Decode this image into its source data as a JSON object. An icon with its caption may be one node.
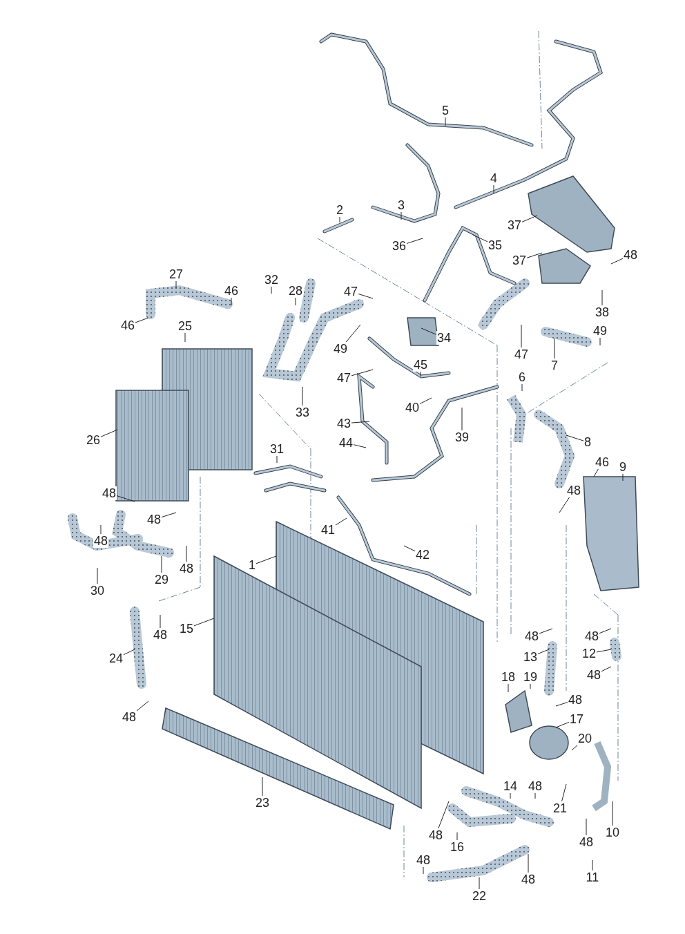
{
  "diagram": {
    "nodes": [
      {
        "text": [
          "5"
        ]
      },
      {
        "text": [
          "4"
        ]
      },
      {
        "text": [
          "3"
        ]
      },
      {
        "text": [
          "2"
        ]
      },
      {
        "text": [
          "37"
        ]
      },
      {
        "text": [
          "48"
        ]
      },
      {
        "text": [
          "36"
        ]
      },
      {
        "text": [
          "35"
        ]
      },
      {
        "text": [
          "37"
        ]
      },
      {
        "text": [
          "27"
        ]
      },
      {
        "text": [
          "46"
        ]
      },
      {
        "text": [
          "32"
        ]
      },
      {
        "text": [
          "28"
        ]
      },
      {
        "text": [
          "47"
        ]
      },
      {
        "text": [
          "38"
        ]
      },
      {
        "text": [
          "46"
        ]
      },
      {
        "text": [
          "25"
        ]
      },
      {
        "text": [
          "34"
        ]
      },
      {
        "text": [
          "49"
        ]
      },
      {
        "text": [
          "47"
        ]
      },
      {
        "text": [
          "49"
        ]
      },
      {
        "text": [
          "7"
        ]
      },
      {
        "text": [
          "45"
        ]
      },
      {
        "text": [
          "47"
        ]
      },
      {
        "text": [
          "6"
        ]
      },
      {
        "text": [
          "26"
        ]
      },
      {
        "text": [
          "33"
        ]
      },
      {
        "text": [
          "40"
        ]
      },
      {
        "text": [
          "39"
        ]
      },
      {
        "text": [
          "43"
        ]
      },
      {
        "text": [
          "8"
        ]
      },
      {
        "text": [
          "44"
        ]
      },
      {
        "text": [
          "31"
        ]
      },
      {
        "text": [
          "46"
        ]
      },
      {
        "text": [
          "9"
        ]
      },
      {
        "text": [
          "48"
        ]
      },
      {
        "text": [
          "48"
        ]
      },
      {
        "text": [
          "48"
        ]
      },
      {
        "text": [
          "41"
        ]
      },
      {
        "text": [
          "48"
        ]
      },
      {
        "text": [
          "42"
        ]
      },
      {
        "text": [
          "29"
        ]
      },
      {
        "text": [
          "48"
        ]
      },
      {
        "text": [
          "1"
        ]
      },
      {
        "text": [
          "30"
        ]
      },
      {
        "text": [
          "48"
        ]
      },
      {
        "text": [
          "48"
        ]
      },
      {
        "text": [
          "15"
        ]
      },
      {
        "text": [
          "48"
        ]
      },
      {
        "text": [
          "13"
        ]
      },
      {
        "text": [
          "12"
        ]
      },
      {
        "text": [
          "24"
        ]
      },
      {
        "text": [
          "48"
        ]
      },
      {
        "text": [
          "18"
        ]
      },
      {
        "text": [
          "19"
        ]
      },
      {
        "text": [
          "48"
        ]
      },
      {
        "text": [
          "48"
        ]
      },
      {
        "text": [
          "17"
        ]
      },
      {
        "text": [
          "20"
        ]
      },
      {
        "text": [
          "23"
        ]
      },
      {
        "text": [
          "14"
        ]
      },
      {
        "text": [
          "48"
        ]
      },
      {
        "text": [
          "21"
        ]
      },
      {
        "text": [
          "10"
        ]
      },
      {
        "text": [
          "48"
        ]
      },
      {
        "text": [
          "16"
        ]
      },
      {
        "text": [
          "48"
        ]
      },
      {
        "text": [
          "48"
        ]
      },
      {
        "text": [
          "11"
        ]
      },
      {
        "text": [
          "48"
        ]
      },
      {
        "text": [
          "22"
        ]
      }
    ],
    "edges": [
      {
        "from": 0,
        "to": null,
        "arrow": "none"
      },
      {
        "from": 1,
        "to": null,
        "arrow": "none"
      },
      {
        "from": 2,
        "to": null,
        "arrow": "none"
      },
      {
        "from": 3,
        "to": null,
        "arrow": "none"
      },
      {
        "from": 4,
        "to": null,
        "arrow": "none"
      },
      {
        "from": 5,
        "to": null,
        "arrow": "none"
      },
      {
        "from": 6,
        "to": null,
        "arrow": "none"
      },
      {
        "from": 7,
        "to": null,
        "arrow": "none"
      },
      {
        "from": 8,
        "to": null,
        "arrow": "none"
      },
      {
        "from": 9,
        "to": null,
        "arrow": "none"
      },
      {
        "from": 10,
        "to": null,
        "arrow": "none"
      },
      {
        "from": 11,
        "to": null,
        "arrow": "none"
      },
      {
        "from": 12,
        "to": null,
        "arrow": "none"
      },
      {
        "from": 13,
        "to": null,
        "arrow": "none"
      },
      {
        "from": 14,
        "to": null,
        "arrow": "none"
      },
      {
        "from": 15,
        "to": null,
        "arrow": "none"
      },
      {
        "from": 16,
        "to": null,
        "arrow": "none"
      },
      {
        "from": 17,
        "to": null,
        "arrow": "none"
      },
      {
        "from": 18,
        "to": null,
        "arrow": "none"
      },
      {
        "from": 19,
        "to": null,
        "arrow": "none"
      },
      {
        "from": 20,
        "to": null,
        "arrow": "none"
      },
      {
        "from": 21,
        "to": null,
        "arrow": "none"
      },
      {
        "from": 22,
        "to": null,
        "arrow": "none"
      },
      {
        "from": 23,
        "to": null,
        "arrow": "none"
      },
      {
        "from": 24,
        "to": null,
        "arrow": "none"
      },
      {
        "from": 25,
        "to": null,
        "arrow": "none"
      },
      {
        "from": 26,
        "to": null,
        "arrow": "none"
      },
      {
        "from": 27,
        "to": null,
        "arrow": "none"
      },
      {
        "from": 28,
        "to": null,
        "arrow": "none"
      },
      {
        "from": 29,
        "to": null,
        "arrow": "none"
      },
      {
        "from": 30,
        "to": null,
        "arrow": "none"
      },
      {
        "from": 31,
        "to": null,
        "arrow": "none"
      },
      {
        "from": 32,
        "to": null,
        "arrow": "none"
      },
      {
        "from": 33,
        "to": null,
        "arrow": "none"
      },
      {
        "from": 34,
        "to": null,
        "arrow": "none"
      },
      {
        "from": 35,
        "to": null,
        "arrow": "none"
      },
      {
        "from": 36,
        "to": null,
        "arrow": "none"
      },
      {
        "from": 37,
        "to": null,
        "arrow": "none"
      },
      {
        "from": 38,
        "to": null,
        "arrow": "none"
      },
      {
        "from": 39,
        "to": null,
        "arrow": "none"
      },
      {
        "from": 40,
        "to": null,
        "arrow": "none"
      },
      {
        "from": 41,
        "to": null,
        "arrow": "none"
      },
      {
        "from": 42,
        "to": null,
        "arrow": "none"
      },
      {
        "from": 43,
        "to": null,
        "arrow": "none"
      },
      {
        "from": 44,
        "to": null,
        "arrow": "none"
      },
      {
        "from": 45,
        "to": null,
        "arrow": "none"
      },
      {
        "from": 46,
        "to": null,
        "arrow": "none"
      },
      {
        "from": 47,
        "to": null,
        "arrow": "none"
      },
      {
        "from": 48,
        "to": null,
        "arrow": "none"
      },
      {
        "from": 49,
        "to": null,
        "arrow": "none"
      },
      {
        "from": 50,
        "to": null,
        "arrow": "none"
      },
      {
        "from": 51,
        "to": null,
        "arrow": "none"
      },
      {
        "from": 52,
        "to": null,
        "arrow": "none"
      },
      {
        "from": 53,
        "to": null,
        "arrow": "none"
      },
      {
        "from": 54,
        "to": null,
        "arrow": "none"
      },
      {
        "from": 55,
        "to": null,
        "arrow": "none"
      },
      {
        "from": 56,
        "to": null,
        "arrow": "none"
      },
      {
        "from": 57,
        "to": null,
        "arrow": "none"
      },
      {
        "from": 58,
        "to": null,
        "arrow": "none"
      },
      {
        "from": 59,
        "to": null,
        "arrow": "none"
      },
      {
        "from": 60,
        "to": null,
        "arrow": "none"
      },
      {
        "from": 61,
        "to": null,
        "arrow": "none"
      },
      {
        "from": 62,
        "to": null,
        "arrow": "none"
      },
      {
        "from": 63,
        "to": null,
        "arrow": "none"
      },
      {
        "from": 64,
        "to": null,
        "arrow": "none"
      },
      {
        "from": 65,
        "to": null,
        "arrow": "none"
      },
      {
        "from": 66,
        "to": null,
        "arrow": "none"
      },
      {
        "from": 67,
        "to": null,
        "arrow": "none"
      },
      {
        "from": 68,
        "to": null,
        "arrow": "none"
      },
      {
        "from": 69,
        "to": null,
        "arrow": "none"
      },
      {
        "from": 70,
        "to": null,
        "arrow": "none"
      }
    ]
  }
}
